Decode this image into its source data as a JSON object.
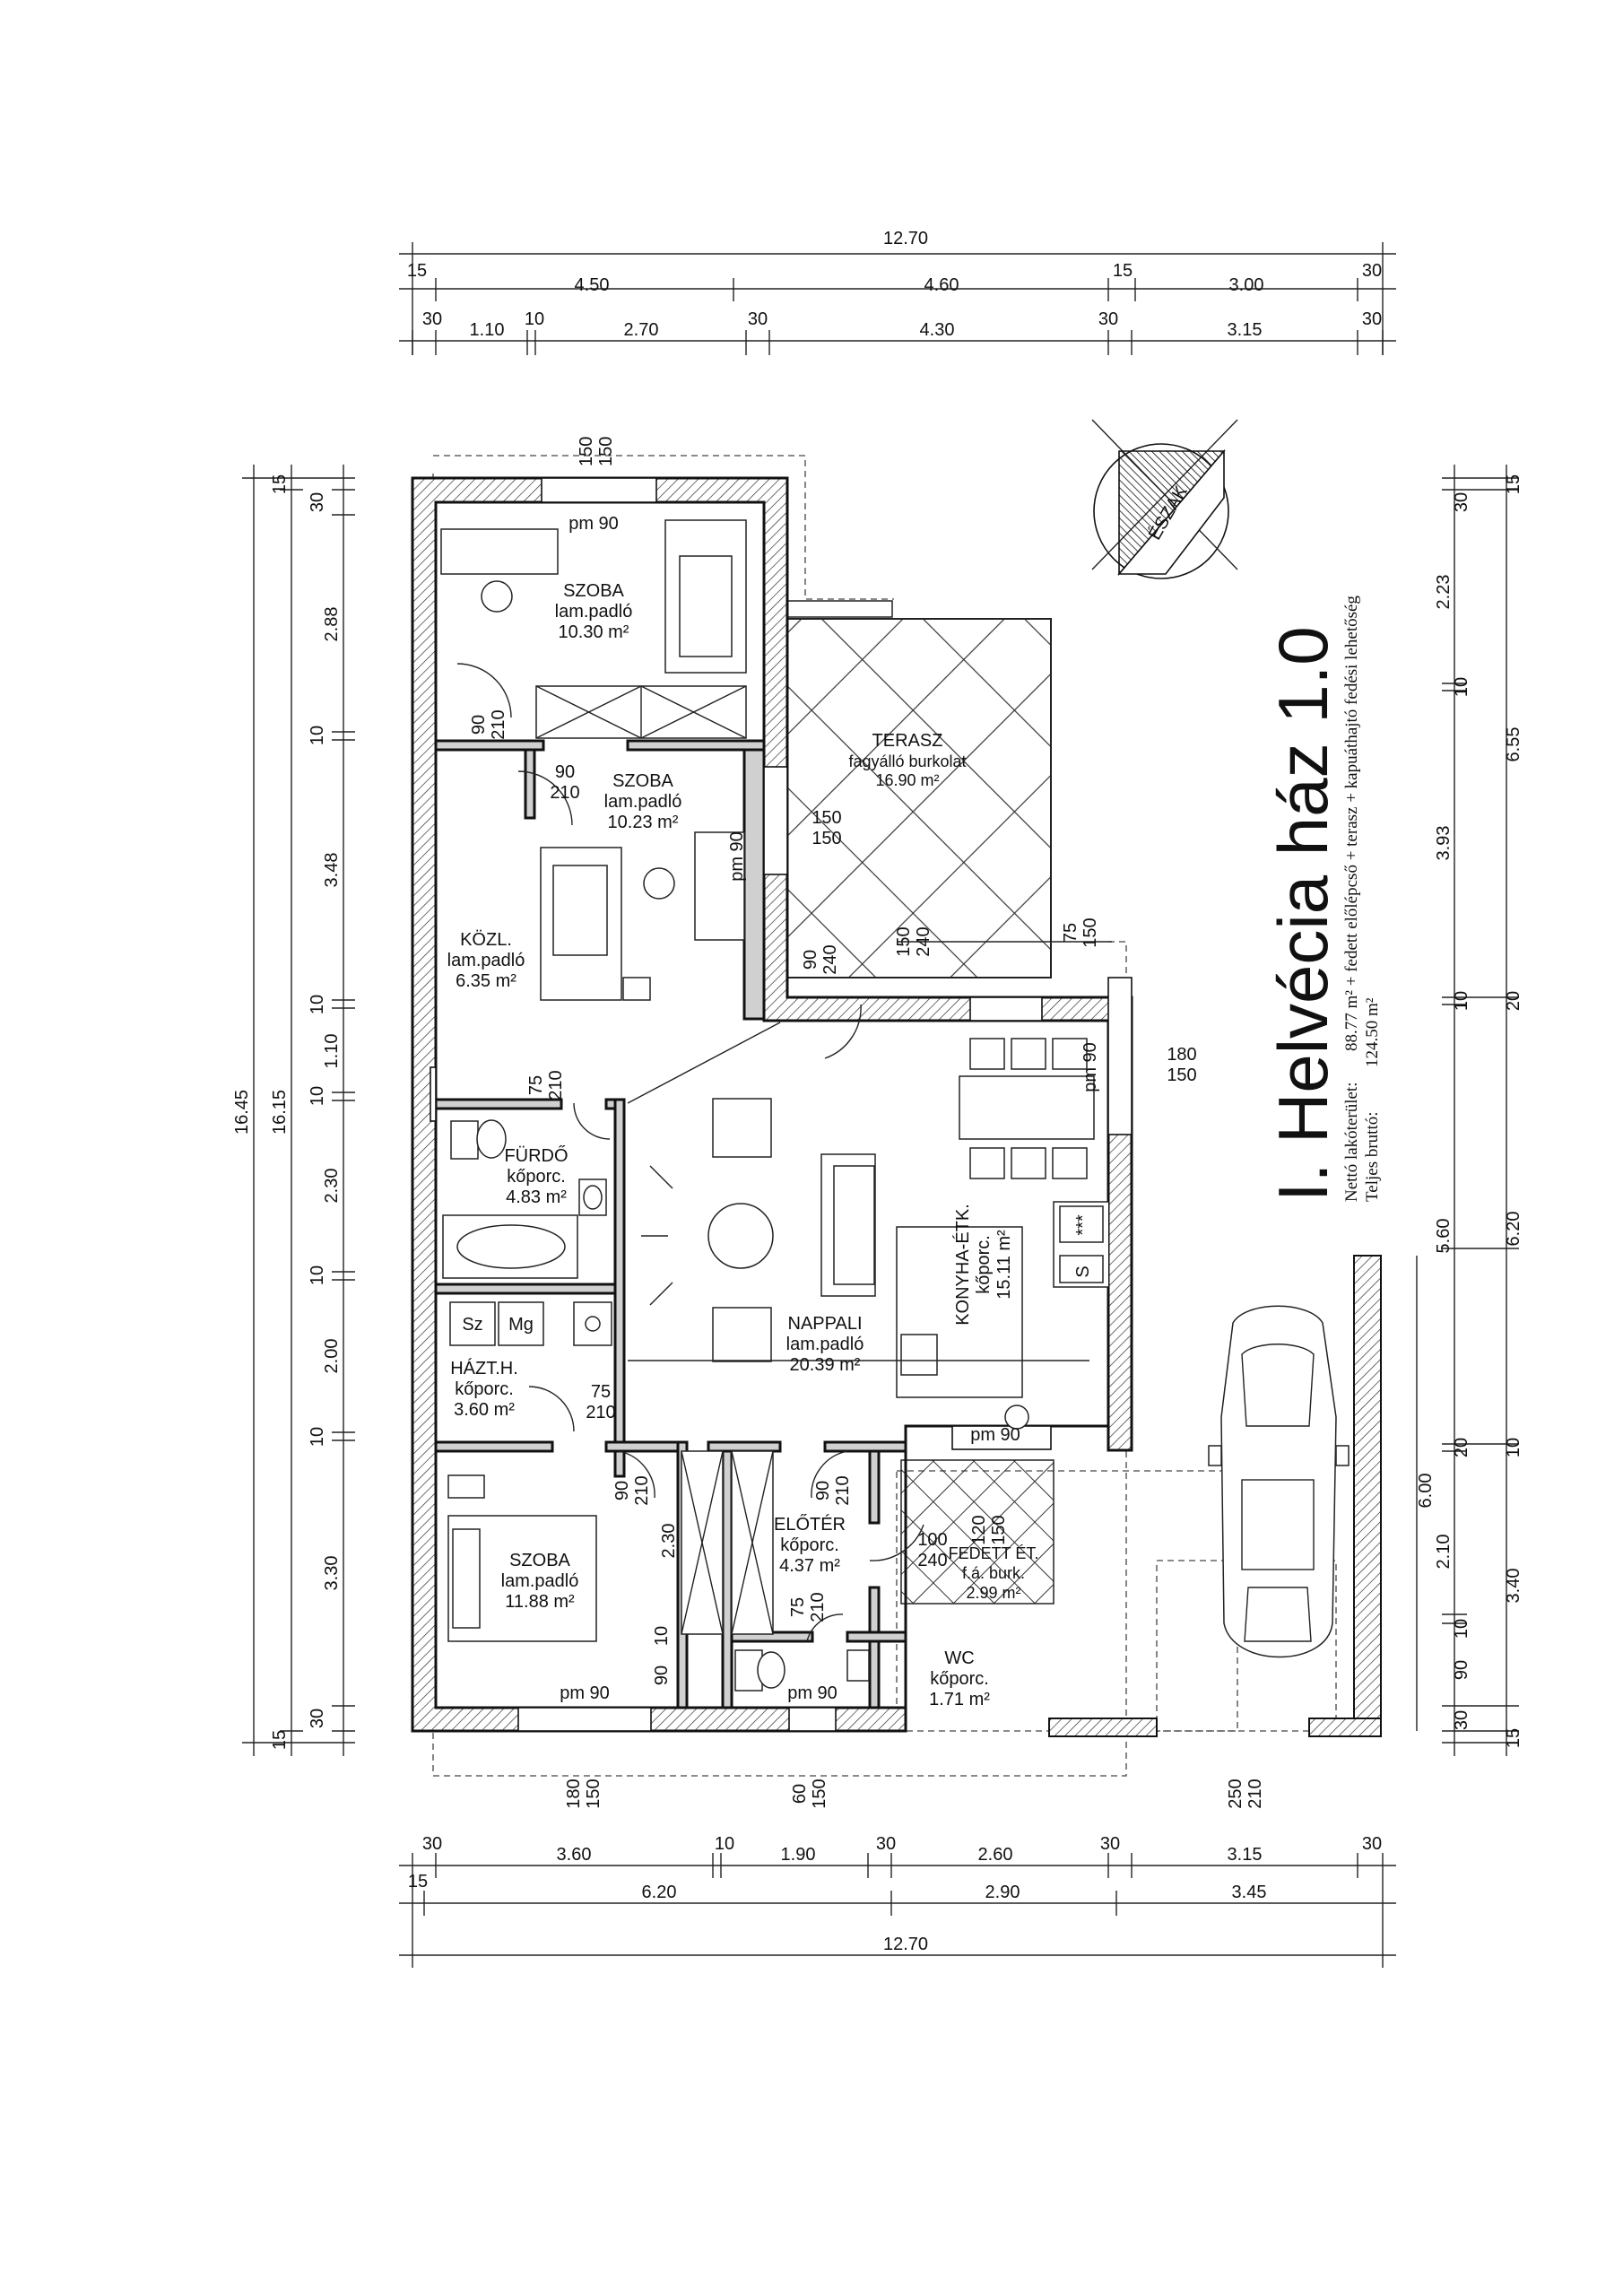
{
  "title": "I. Helvécia ház 1.0",
  "info": {
    "net_label": "Nettó lakóterület:",
    "net_value": "88.77 m² + fedett előlépcső + terasz + kapuáthajtó fedési lehetőség",
    "gross_label": "Teljes bruttó:",
    "gross_value": "124.50 m²"
  },
  "north_label": "ÉSZAK",
  "rooms": [
    {
      "id": "szoba1",
      "name": "SZOBA",
      "floor": "lam.padló",
      "area": "10.30 m²"
    },
    {
      "id": "szoba2",
      "name": "SZOBA",
      "floor": "lam.padló",
      "area": "10.23 m²"
    },
    {
      "id": "terasz",
      "name": "TERASZ",
      "floor": "fagyálló burkolat",
      "area": "16.90 m²"
    },
    {
      "id": "kozl",
      "name": "KÖZL.",
      "floor": "lam.padló",
      "area": "6.35 m²"
    },
    {
      "id": "furdo",
      "name": "FÜRDŐ",
      "floor": "kőporc.",
      "area": "4.83 m²"
    },
    {
      "id": "konyha",
      "name": "KONYHA-ÉTK.",
      "floor": "kőporc.",
      "area": "15.11 m²"
    },
    {
      "id": "nappali",
      "name": "NAPPALI",
      "floor": "lam.padló",
      "area": "20.39 m²"
    },
    {
      "id": "haztb",
      "name": "HÁZT.H.",
      "floor": "kőporc.",
      "area": "3.60 m²"
    },
    {
      "id": "szoba3",
      "name": "SZOBA",
      "floor": "lam.padló",
      "area": "11.88 m²"
    },
    {
      "id": "eloter",
      "name": "ELŐTÉR",
      "floor": "kőporc.",
      "area": "4.37 m²"
    },
    {
      "id": "fedett",
      "name": "FEDETT ÉT.",
      "floor": "f.á. burk.",
      "area": "2.99 m²"
    },
    {
      "id": "wc",
      "name": "WC",
      "floor": "kőporc.",
      "area": "1.71 m²"
    }
  ],
  "fixtures": {
    "sz": "Sz",
    "mg": "Mg",
    "stars": "***",
    "sink": "S"
  },
  "dims": {
    "top_total": "12.70",
    "top_row1": [
      "15",
      "4.50",
      "4.60",
      "15",
      "3.00",
      "30"
    ],
    "top_row2": [
      "30",
      "1.10",
      "10",
      "2.70",
      "30",
      "4.30",
      "30",
      "3.15",
      "30"
    ],
    "bottom_row1": [
      "30",
      "3.60",
      "10",
      "1.90",
      "30",
      "2.60",
      "30",
      "3.15",
      "30"
    ],
    "bottom_row2": [
      "15",
      "6.20",
      "2.90",
      "3.45"
    ],
    "bottom_total": "12.70",
    "left_outer": "16.45",
    "left_mid": "16.15",
    "left_top": "15",
    "left_bottom": "15",
    "left_inner": [
      "30",
      "2.88",
      "10",
      "3.48",
      "10",
      "1.10",
      "10",
      "2.30",
      "10",
      "2.00",
      "10",
      "3.30",
      "30"
    ],
    "right_outer": [
      "15",
      "6.55",
      "20",
      "6.20",
      "10",
      "3.40",
      "15"
    ],
    "right_inner": [
      "30",
      "2.23",
      "10",
      "3.93",
      "10",
      "5.60",
      "20",
      "2.10",
      "10",
      "90",
      "30"
    ],
    "right_extra": "6.00"
  },
  "openings": {
    "top_win": [
      "150",
      "150"
    ],
    "pm_top": "pm 90",
    "d1": [
      "90",
      "210"
    ],
    "d2": [
      "90",
      "210"
    ],
    "terasz_door": [
      "150",
      "150"
    ],
    "pm_mid": "pm 90",
    "d_kozl": [
      "90",
      "240"
    ],
    "d_terasz2": [
      "150",
      "240"
    ],
    "d_side": [
      "75",
      "150"
    ],
    "w_right": [
      "180",
      "150"
    ],
    "pm_right": "pm 90",
    "d_furdo": [
      "75",
      "210"
    ],
    "d_haztb": [
      "75",
      "210"
    ],
    "pm_konyha": "pm 90",
    "d_szoba3": [
      "90",
      "210"
    ],
    "d_eloter": [
      "90",
      "210"
    ],
    "wall_230": "2.30",
    "d_bejarat": [
      "100",
      "240"
    ],
    "d_fedett": [
      "120",
      "150"
    ],
    "d_wc": [
      "75",
      "210"
    ],
    "n10": "10",
    "n90": "90",
    "pm_bot1": "pm 90",
    "pm_bot2": "pm 90",
    "b_win1": [
      "180",
      "150"
    ],
    "b_win2": [
      "60",
      "150"
    ],
    "b_gate": [
      "250",
      "210"
    ]
  }
}
